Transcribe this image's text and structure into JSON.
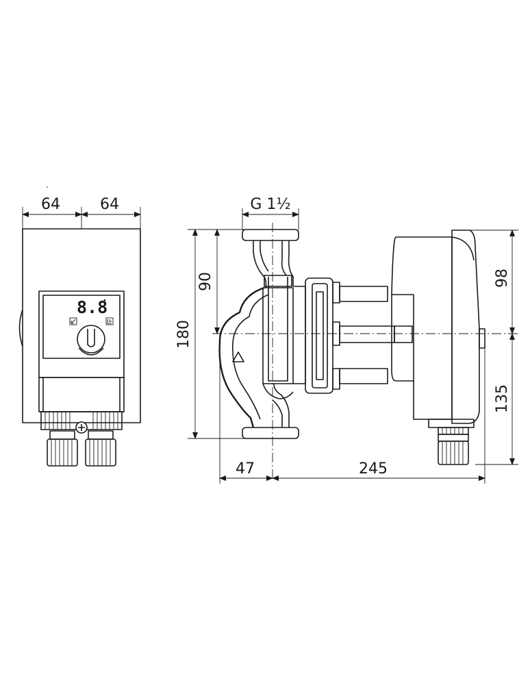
{
  "dimensions": {
    "front_width_left": "64",
    "front_width_right": "64",
    "connection_thread": "G 1½",
    "height_upper": "90",
    "height_total": "180",
    "motor_upper": "98",
    "motor_lower": "135",
    "port_offset": "47",
    "overall_length": "245"
  },
  "display": {
    "readout": "8.8"
  }
}
